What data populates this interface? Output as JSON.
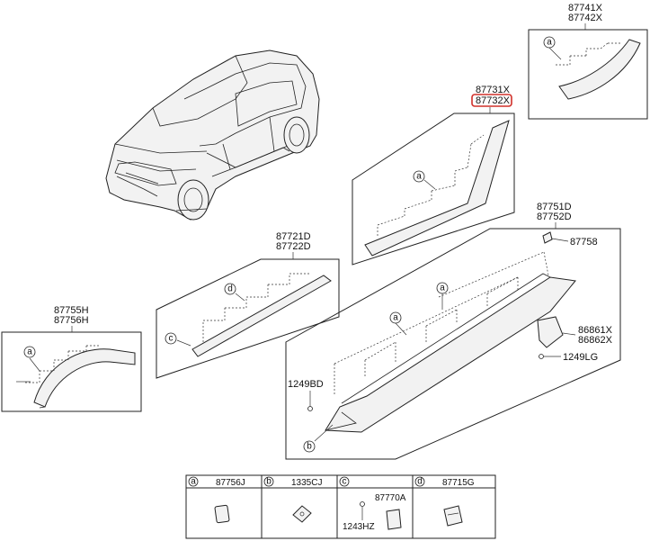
{
  "parts": {
    "front_fender_molding": {
      "code1": "87755H",
      "code2": "87756H"
    },
    "front_door_molding": {
      "code1": "87721D",
      "code2": "87722D"
    },
    "rear_door_molding": {
      "code1": "87731X",
      "code2": "87732X"
    },
    "rear_fender_molding": {
      "code1": "87741X",
      "code2": "87742X"
    },
    "side_sill_molding": {
      "code1": "87751D",
      "code2": "87752D"
    },
    "clip_87758": "87758",
    "mudguard": {
      "code1": "86861X",
      "code2": "86862X"
    },
    "bolt_1249BD": "1249BD",
    "bolt_1249LG": "1249LG"
  },
  "callouts": {
    "a": "a",
    "b": "b",
    "c": "c",
    "d": "d"
  },
  "legend": [
    {
      "key": "a",
      "code": "87756J"
    },
    {
      "key": "b",
      "code": "1335CJ"
    },
    {
      "key": "c",
      "code": "87770A",
      "code2": "1243HZ"
    },
    {
      "key": "d",
      "code": "87715G"
    }
  ],
  "highlight_color": "#d0302a"
}
